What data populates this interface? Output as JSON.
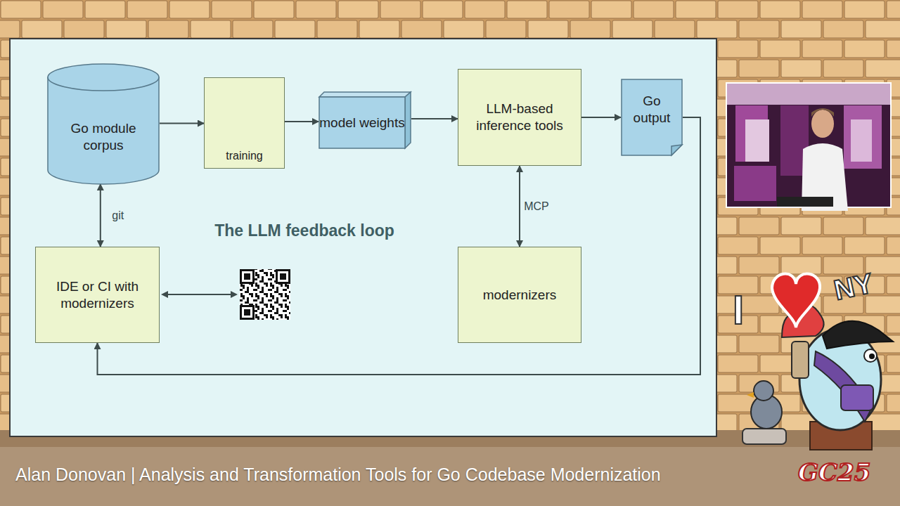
{
  "diagram": {
    "title": "The LLM feedback loop",
    "nodes": [
      {
        "text": [
          "Go module corpus"
        ]
      },
      {
        "text": [
          "training"
        ]
      },
      {
        "text": [
          "model weights"
        ]
      },
      {
        "text": [
          "LLM-based inference tools"
        ]
      },
      {
        "text": [
          "Go output"
        ]
      },
      {
        "text": [
          "IDE or CI with modernizers"
        ]
      },
      {
        "text": [
          "modernizers"
        ]
      }
    ],
    "edges": [
      {
        "from": 0,
        "to": 1,
        "arrow": "to"
      },
      {
        "from": 1,
        "to": 2,
        "arrow": "to"
      },
      {
        "from": 2,
        "to": 3,
        "arrow": "to"
      },
      {
        "from": 3,
        "to": 4,
        "arrow": "to"
      },
      {
        "from": 4,
        "to": 5,
        "arrow": "to"
      },
      {
        "from": 0,
        "to": 5,
        "label": "git",
        "arrow": "both"
      },
      {
        "from": 3,
        "to": 6,
        "label": "MCP",
        "arrow": "both"
      }
    ],
    "labels": [
      "Alan Donovan | Analysis and Transformation Tools for Go Codebase Modernization",
      "I",
      "NY",
      "GC25"
    ]
  }
}
